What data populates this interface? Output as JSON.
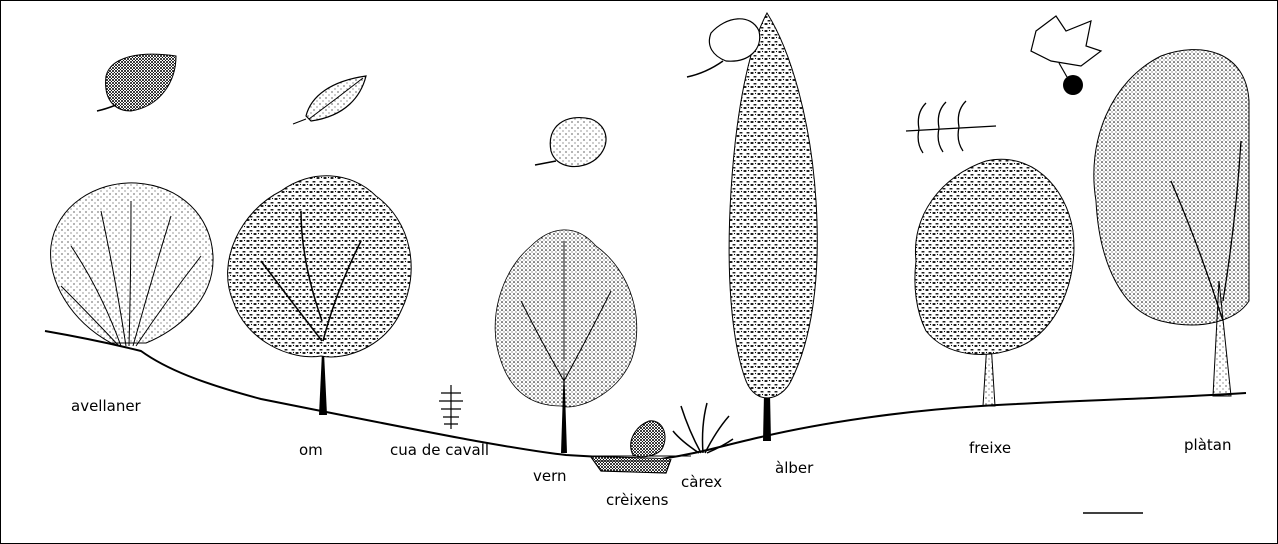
{
  "labels": {
    "hazel": "avellaner",
    "elm": "om",
    "horsetail": "cua de cavall",
    "alder": "vern",
    "watercress": "crèixens",
    "sedge": "càrex",
    "poplar": "àlber",
    "ash": "freixe",
    "plane": "plàtan"
  },
  "colors": {
    "ink": "#000000",
    "paper": "#ffffff"
  }
}
